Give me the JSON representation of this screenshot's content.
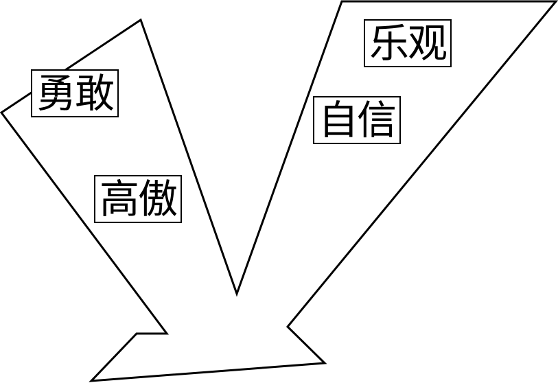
{
  "labels": {
    "brave": "勇敢",
    "proud": "高傲",
    "optimistic": "乐观",
    "confident": "自信"
  },
  "colors": {
    "stroke": "#000000",
    "background": "#ffffff"
  }
}
